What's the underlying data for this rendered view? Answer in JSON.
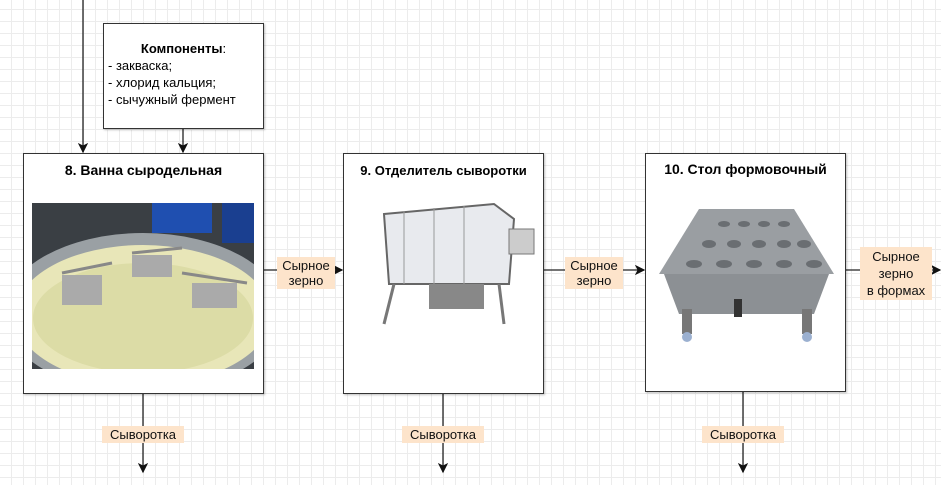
{
  "components": {
    "title": "Компоненты",
    "colon": ":",
    "items": [
      "- закваска;",
      "- хлорид кальция;",
      "- сычужный фермент"
    ]
  },
  "stages": [
    {
      "title": "8. Ванна сыродельная",
      "waste": "Сыворотка",
      "output": [
        "Сырное",
        "зерно"
      ]
    },
    {
      "title": "9. Отделитель сыворотки",
      "waste": "Сыворотка",
      "output": [
        "Сырное",
        "зерно"
      ]
    },
    {
      "title": "10. Стол формовочный",
      "waste": "Сыворотка",
      "output": [
        "Сырное",
        "зерно",
        "в формах"
      ]
    }
  ],
  "colors": {
    "label_bg": "#fde4cb",
    "border": "#333333"
  }
}
